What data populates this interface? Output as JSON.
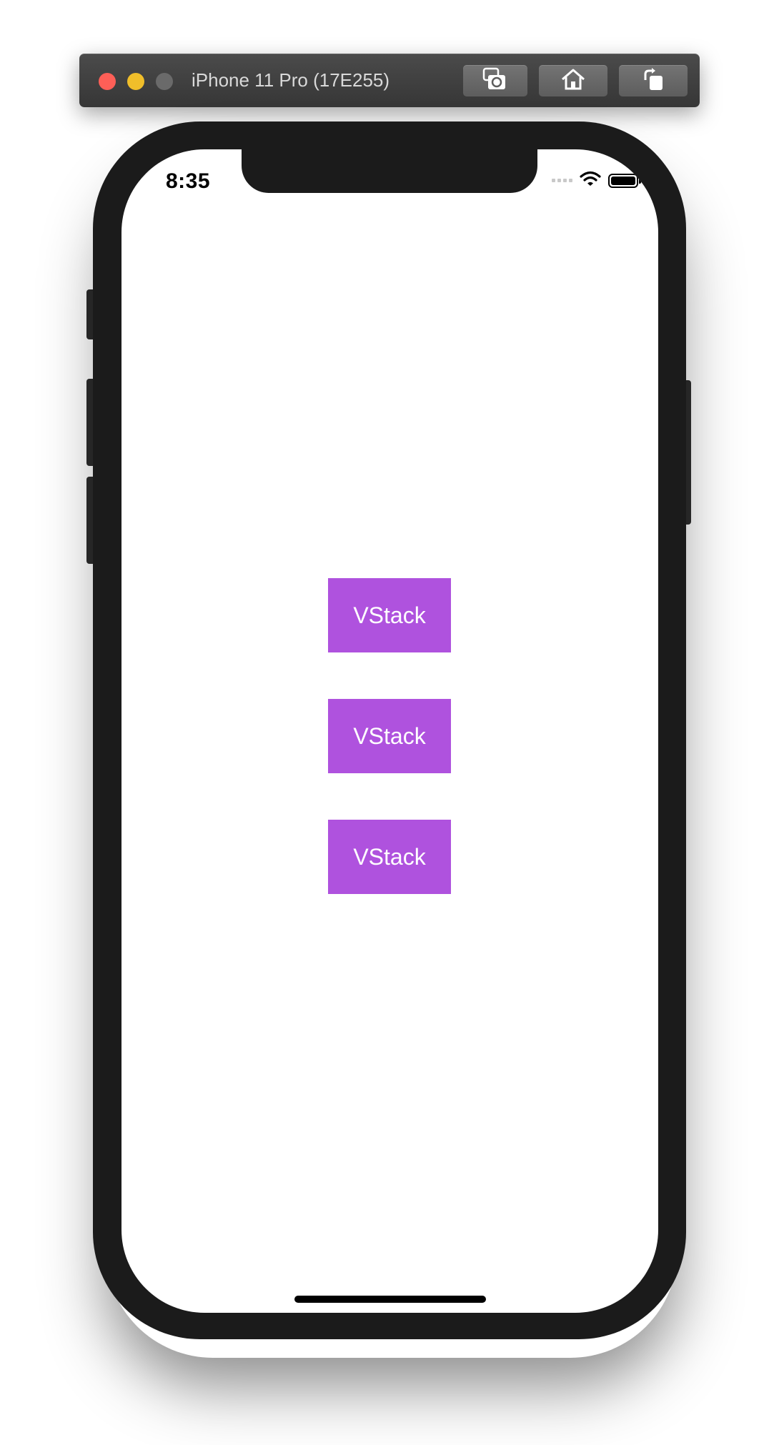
{
  "window": {
    "title": "iPhone 11 Pro (17E255)",
    "buttons": {
      "close": "close-button",
      "minimize": "minimize-button",
      "zoom": "zoom-button",
      "screenshot_icon": "camera-icon",
      "home_icon": "home-icon",
      "rotate_icon": "rotate-icon"
    }
  },
  "status_bar": {
    "time": "8:35",
    "icons": [
      "signal-icon",
      "wifi-icon",
      "battery-icon"
    ]
  },
  "content": {
    "items": [
      {
        "label": "VStack"
      },
      {
        "label": "VStack"
      },
      {
        "label": "VStack"
      }
    ],
    "box_color": "#af52de",
    "text_color": "#ffffff"
  }
}
